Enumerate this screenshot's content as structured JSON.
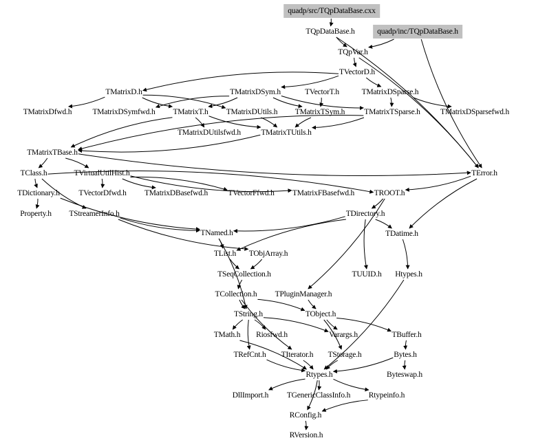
{
  "diagram": {
    "title": "Include dependency graph for quadp/src/TQpDataBase.cxx",
    "root_color": "#c0c0c0",
    "nodes": [
      {
        "id": "src_cxx",
        "label": "quadp/src/TQpDataBase.cxx",
        "highlight": true
      },
      {
        "id": "TQpDataBase_h",
        "label": "TQpDataBase.h"
      },
      {
        "id": "inc_h",
        "label": "quadp/inc/TQpDataBase.h",
        "highlight": true
      },
      {
        "id": "TQpVar_h",
        "label": "TQpVar.h"
      },
      {
        "id": "TVectorD_h",
        "label": "TVectorD.h"
      },
      {
        "id": "TMatrixD_h",
        "label": "TMatrixD.h"
      },
      {
        "id": "TMatrixDSym_h",
        "label": "TMatrixDSym.h"
      },
      {
        "id": "TVectorT_h",
        "label": "TVectorT.h"
      },
      {
        "id": "TMatrixDSparse_h",
        "label": "TMatrixDSparse.h"
      },
      {
        "id": "TMatrixDfwd_h",
        "label": "TMatrixDfwd.h"
      },
      {
        "id": "TMatrixDSymfwd_h",
        "label": "TMatrixDSymfwd.h"
      },
      {
        "id": "TMatrixT_h",
        "label": "TMatrixT.h"
      },
      {
        "id": "TMatrixDUtils_h",
        "label": "TMatrixDUtils.h"
      },
      {
        "id": "TMatrixTSym_h",
        "label": "TMatrixTSym.h"
      },
      {
        "id": "TMatrixTSparse_h",
        "label": "TMatrixTSparse.h"
      },
      {
        "id": "TMatrixDSparsefwd_h",
        "label": "TMatrixDSparsefwd.h"
      },
      {
        "id": "TMatrixDUtilsfwd_h",
        "label": "TMatrixDUtilsfwd.h"
      },
      {
        "id": "TMatrixTUtils_h",
        "label": "TMatrixTUtils.h"
      },
      {
        "id": "TMatrixTBase_h",
        "label": "TMatrixTBase.h"
      },
      {
        "id": "TClass_h",
        "label": "TClass.h"
      },
      {
        "id": "TVirtualUtilHist_h",
        "label": "TVirtualUtilHist.h"
      },
      {
        "id": "TError_h",
        "label": "TError.h"
      },
      {
        "id": "TDictionary_h",
        "label": "TDictionary.h"
      },
      {
        "id": "TVectorDfwd_h",
        "label": "TVectorDfwd.h"
      },
      {
        "id": "TMatrixDBasefwd_h",
        "label": "TMatrixDBasefwd.h"
      },
      {
        "id": "TVectorFfwd_h",
        "label": "TVectorFfwd.h"
      },
      {
        "id": "TMatrixFBasefwd_h",
        "label": "TMatrixFBasefwd.h"
      },
      {
        "id": "TROOT_h",
        "label": "TROOT.h"
      },
      {
        "id": "Property_h",
        "label": "Property.h"
      },
      {
        "id": "TStreamerInfo_h",
        "label": "TStreamerInfo.h"
      },
      {
        "id": "TDirectory_h",
        "label": "TDirectory.h"
      },
      {
        "id": "TNamed_h",
        "label": "TNamed.h"
      },
      {
        "id": "TDatime_h",
        "label": "TDatime.h"
      },
      {
        "id": "TList_h",
        "label": "TList.h"
      },
      {
        "id": "TObjArray_h",
        "label": "TObjArray.h"
      },
      {
        "id": "TSeqCollection_h",
        "label": "TSeqCollection.h"
      },
      {
        "id": "TUUID_h",
        "label": "TUUID.h"
      },
      {
        "id": "Htypes_h",
        "label": "Htypes.h"
      },
      {
        "id": "TCollection_h",
        "label": "TCollection.h"
      },
      {
        "id": "TPluginManager_h",
        "label": "TPluginManager.h"
      },
      {
        "id": "TString_h",
        "label": "TString.h"
      },
      {
        "id": "TObject_h",
        "label": "TObject.h"
      },
      {
        "id": "TMath_h",
        "label": "TMath.h"
      },
      {
        "id": "Riosfwd_h",
        "label": "Riosfwd.h"
      },
      {
        "id": "Varargs_h",
        "label": "Varargs.h"
      },
      {
        "id": "TBuffer_h",
        "label": "TBuffer.h"
      },
      {
        "id": "TRefCnt_h",
        "label": "TRefCnt.h"
      },
      {
        "id": "TIterator_h",
        "label": "TIterator.h"
      },
      {
        "id": "TStorage_h",
        "label": "TStorage.h"
      },
      {
        "id": "Bytes_h",
        "label": "Bytes.h"
      },
      {
        "id": "Rtypes_h",
        "label": "Rtypes.h"
      },
      {
        "id": "Byteswap_h",
        "label": "Byteswap.h"
      },
      {
        "id": "DllImport_h",
        "label": "DllImport.h"
      },
      {
        "id": "TGenericClassInfo_h",
        "label": "TGenericClassInfo.h"
      },
      {
        "id": "Rtypeinfo_h",
        "label": "Rtypeinfo.h"
      },
      {
        "id": "RConfig_h",
        "label": "RConfig.h"
      },
      {
        "id": "RVersion_h",
        "label": "RVersion.h"
      }
    ],
    "edges": [
      [
        "src_cxx",
        "TQpDataBase_h"
      ],
      [
        "TQpDataBase_h",
        "TQpVar_h"
      ],
      [
        "inc_h",
        "TQpVar_h"
      ],
      [
        "TQpVar_h",
        "TVectorD_h"
      ],
      [
        "TQpDataBase_h",
        "TError_h"
      ],
      [
        "inc_h",
        "TError_h"
      ],
      [
        "TQpVar_h",
        "TError_h"
      ],
      [
        "TVectorD_h",
        "TMatrixD_h"
      ],
      [
        "TVectorD_h",
        "TMatrixDSym_h"
      ],
      [
        "TVectorD_h",
        "TMatrixDSparse_h"
      ],
      [
        "TMatrixD_h",
        "TMatrixDfwd_h"
      ],
      [
        "TMatrixD_h",
        "TMatrixT_h"
      ],
      [
        "TMatrixD_h",
        "TMatrixDUtils_h"
      ],
      [
        "TMatrixDSym_h",
        "TMatrixDSymfwd_h"
      ],
      [
        "TMatrixDSym_h",
        "TMatrixT_h"
      ],
      [
        "TMatrixDSym_h",
        "TMatrixTSym_h"
      ],
      [
        "TVectorT_h",
        "TMatrixTSym_h"
      ],
      [
        "TMatrixDSym_h",
        "TMatrixTSparse_h"
      ],
      [
        "TMatrixDSparse_h",
        "TMatrixTSparse_h"
      ],
      [
        "TMatrixDSparse_h",
        "TMatrixDSparsefwd_h"
      ],
      [
        "TMatrixT_h",
        "TMatrixDUtilsfwd_h"
      ],
      [
        "TMatrixT_h",
        "TMatrixTUtils_h"
      ],
      [
        "TMatrixDUtils_h",
        "TMatrixTUtils_h"
      ],
      [
        "TMatrixTSym_h",
        "TMatrixTUtils_h"
      ],
      [
        "TMatrixTSparse_h",
        "TMatrixTUtils_h"
      ],
      [
        "TMatrixT_h",
        "TMatrixTBase_h"
      ],
      [
        "TMatrixTUtils_h",
        "TMatrixTBase_h"
      ],
      [
        "TMatrixTSparse_h",
        "TMatrixTBase_h"
      ],
      [
        "TMatrixTBase_h",
        "TVirtualUtilHist_h"
      ],
      [
        "TMatrixTBase_h",
        "TError_h"
      ],
      [
        "TMatrixTBase_h",
        "TClass_h"
      ],
      [
        "TClass_h",
        "TDictionary_h"
      ],
      [
        "TClass_h",
        "TROOT_h"
      ],
      [
        "TClass_h",
        "TStreamerInfo_h"
      ],
      [
        "TVirtualUtilHist_h",
        "TVectorDfwd_h"
      ],
      [
        "TVirtualUtilHist_h",
        "TMatrixDBasefwd_h"
      ],
      [
        "TVirtualUtilHist_h",
        "TVectorFfwd_h"
      ],
      [
        "TVirtualUtilHist_h",
        "TMatrixFBasefwd_h"
      ],
      [
        "TError_h",
        "TROOT_h"
      ],
      [
        "TError_h",
        "TDatime_h"
      ],
      [
        "TDictionary_h",
        "Property_h"
      ],
      [
        "TDictionary_h",
        "TNamed_h"
      ],
      [
        "TROOT_h",
        "TDirectory_h"
      ],
      [
        "TStreamerInfo_h",
        "TNamed_h"
      ],
      [
        "TDirectory_h",
        "TNamed_h"
      ],
      [
        "TDirectory_h",
        "TList_h"
      ],
      [
        "TDirectory_h",
        "TDatime_h"
      ],
      [
        "TDirectory_h",
        "TUUID_h"
      ],
      [
        "TNamed_h",
        "TList_h"
      ],
      [
        "TStreamerInfo_h",
        "TObjArray_h"
      ],
      [
        "TDatime_h",
        "Htypes_h"
      ],
      [
        "TList_h",
        "TSeqCollection_h"
      ],
      [
        "TObjArray_h",
        "TSeqCollection_h"
      ],
      [
        "TSeqCollection_h",
        "TCollection_h"
      ],
      [
        "TROOT_h",
        "TPluginManager_h"
      ],
      [
        "TCollection_h",
        "TString_h"
      ],
      [
        "TCollection_h",
        "TObject_h"
      ],
      [
        "TPluginManager_h",
        "TObject_h"
      ],
      [
        "TNamed_h",
        "TString_h"
      ],
      [
        "TString_h",
        "TMath_h"
      ],
      [
        "TString_h",
        "Riosfwd_h"
      ],
      [
        "TString_h",
        "TRefCnt_h"
      ],
      [
        "TString_h",
        "Varargs_h"
      ],
      [
        "TObject_h",
        "Varargs_h"
      ],
      [
        "TObject_h",
        "TBuffer_h"
      ],
      [
        "TCollection_h",
        "TIterator_h"
      ],
      [
        "TObject_h",
        "TStorage_h"
      ],
      [
        "TBuffer_h",
        "Bytes_h"
      ],
      [
        "TMath_h",
        "Rtypes_h"
      ],
      [
        "TRefCnt_h",
        "Rtypes_h"
      ],
      [
        "TIterator_h",
        "Rtypes_h"
      ],
      [
        "TStorage_h",
        "Rtypes_h"
      ],
      [
        "Bytes_h",
        "Rtypes_h"
      ],
      [
        "Bytes_h",
        "Byteswap_h"
      ],
      [
        "Htypes_h",
        "Rtypes_h"
      ],
      [
        "Rtypes_h",
        "DllImport_h"
      ],
      [
        "Rtypes_h",
        "TGenericClassInfo_h"
      ],
      [
        "Rtypes_h",
        "Rtypeinfo_h"
      ],
      [
        "Rtypes_h",
        "RConfig_h"
      ],
      [
        "Rtypeinfo_h",
        "RConfig_h"
      ],
      [
        "RConfig_h",
        "RVersion_h"
      ]
    ]
  }
}
